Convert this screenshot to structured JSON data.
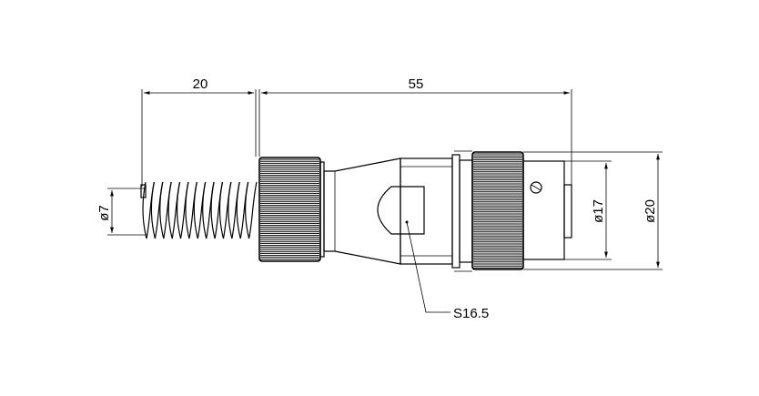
{
  "dimensions": {
    "cable_length": "20",
    "overall_length": "55",
    "cable_diameter": "ø7",
    "inner_diameter": "ø17",
    "outer_diameter": "ø20",
    "wrench_size": "S16.5"
  },
  "colors": {
    "line": "#000000",
    "background": "#ffffff"
  }
}
